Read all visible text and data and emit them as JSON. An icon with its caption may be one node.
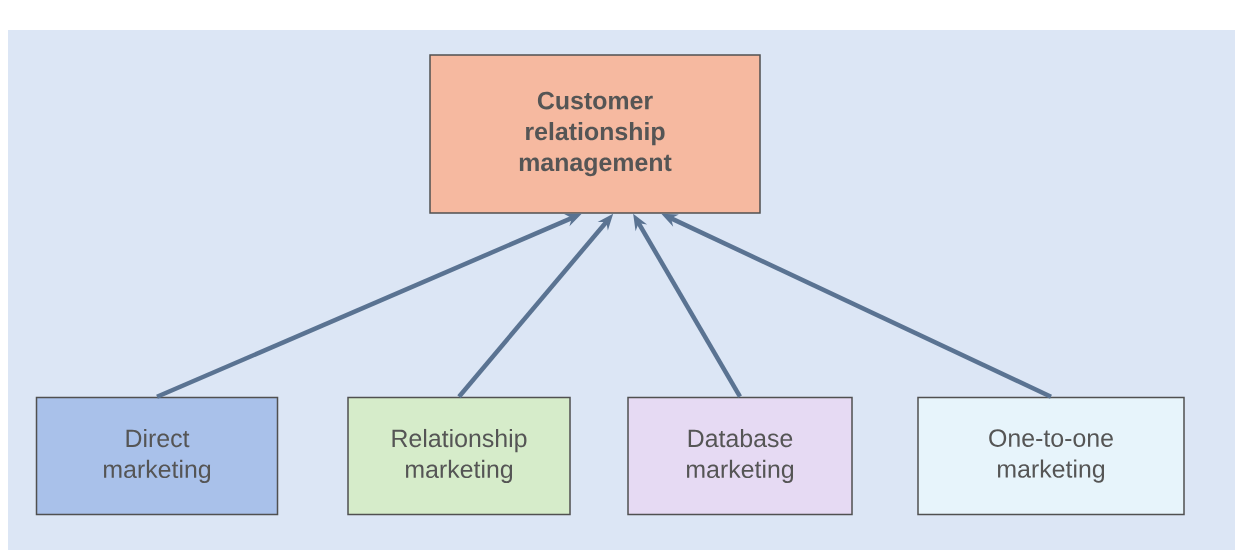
{
  "diagram": {
    "nodes": [
      {
        "text": [
          "Customer relationship management"
        ]
      },
      {
        "text": [
          "Direct marketing"
        ]
      },
      {
        "text": [
          "Relationship marketing"
        ]
      },
      {
        "text": [
          "Database marketing"
        ]
      },
      {
        "text": [
          "One-to-one marketing"
        ]
      }
    ],
    "edges": [
      {
        "from": 1,
        "to": 0,
        "arrow": "to"
      },
      {
        "from": 2,
        "to": 0,
        "arrow": "to"
      },
      {
        "from": 3,
        "to": 0,
        "arrow": "to"
      },
      {
        "from": 4,
        "to": 0,
        "arrow": "to"
      }
    ]
  }
}
